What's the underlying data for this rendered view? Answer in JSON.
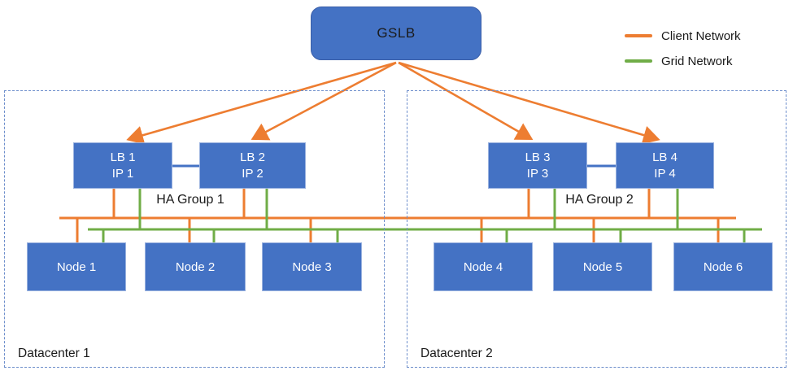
{
  "colors": {
    "box_blue": "#4472C4",
    "box_border_light": "#9AB2DF",
    "gslb_border": "#3A5EA8",
    "client_orange": "#ED7D31",
    "grid_green": "#70AD47",
    "dc_border": "#6C8DCB",
    "text_dark": "#1A1A1A",
    "box_text": "#FFFFFF"
  },
  "gslb": {
    "label": "GSLB"
  },
  "legend": {
    "items": [
      {
        "label": "Client Network",
        "color": "#ED7D31",
        "icon": "orange-line-swatch"
      },
      {
        "label": "Grid Network",
        "color": "#70AD47",
        "icon": "green-line-swatch"
      }
    ]
  },
  "datacenters": [
    {
      "label": "Datacenter 1",
      "ha_group_label": "HA Group 1",
      "load_balancers": [
        {
          "line1": "LB 1",
          "line2": "IP 1"
        },
        {
          "line1": "LB 2",
          "line2": "IP 2"
        }
      ],
      "nodes": [
        {
          "label": "Node 1"
        },
        {
          "label": "Node 2"
        },
        {
          "label": "Node 3"
        }
      ]
    },
    {
      "label": "Datacenter 2",
      "ha_group_label": "HA Group 2",
      "load_balancers": [
        {
          "line1": "LB 3",
          "line2": "IP 3"
        },
        {
          "line1": "LB 4",
          "line2": "IP 4"
        }
      ],
      "nodes": [
        {
          "label": "Node 4"
        },
        {
          "label": "Node 5"
        },
        {
          "label": "Node 6"
        }
      ]
    }
  ]
}
